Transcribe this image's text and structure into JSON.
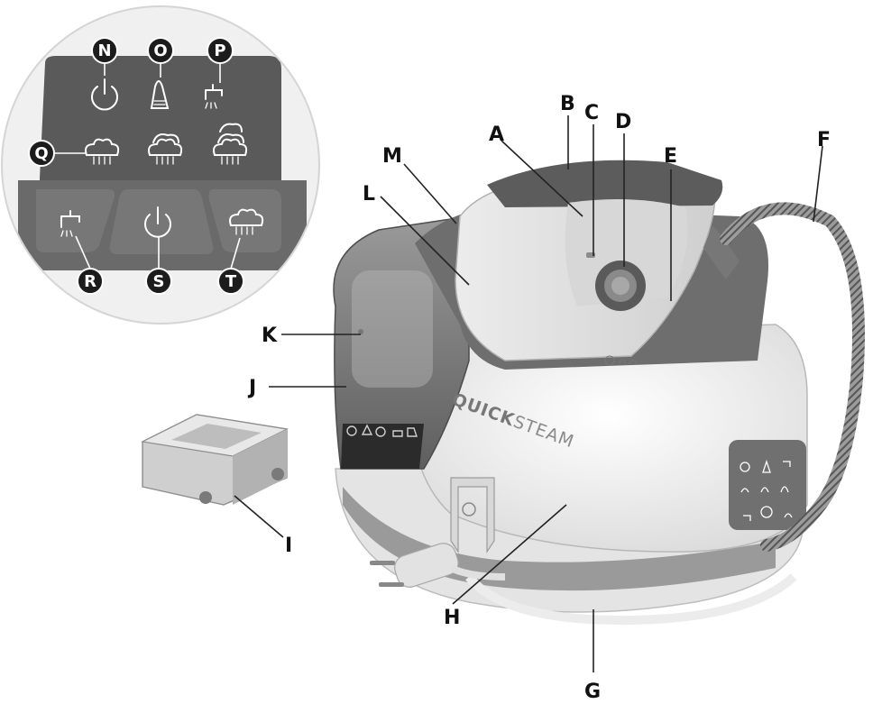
{
  "brand": {
    "part1": "QUICK",
    "part2": "STEAM"
  },
  "labels": {
    "A": "A",
    "B": "B",
    "C": "C",
    "D": "D",
    "E": "E",
    "F": "F",
    "G": "G",
    "H": "H",
    "I": "I",
    "J": "J",
    "K": "K",
    "L": "L",
    "M": "M",
    "N": "N",
    "O": "O",
    "P": "P",
    "Q": "Q",
    "R": "R",
    "S": "S",
    "T": "T"
  },
  "icons": {
    "N": "power-icon",
    "O": "soleplate-icon",
    "P": "rinse-tap-icon",
    "Q": "steam-low-icon",
    "R": "rinse-button-icon",
    "S": "power-button-icon",
    "T": "steam-button-icon"
  },
  "colors": {
    "body_grey": "#8f8f8f",
    "dark_grey": "#5a5a5a",
    "panel_grey": "#6f6f6f",
    "white_shell": "#f2f2f2",
    "label_circle": "#1c1c1c"
  }
}
